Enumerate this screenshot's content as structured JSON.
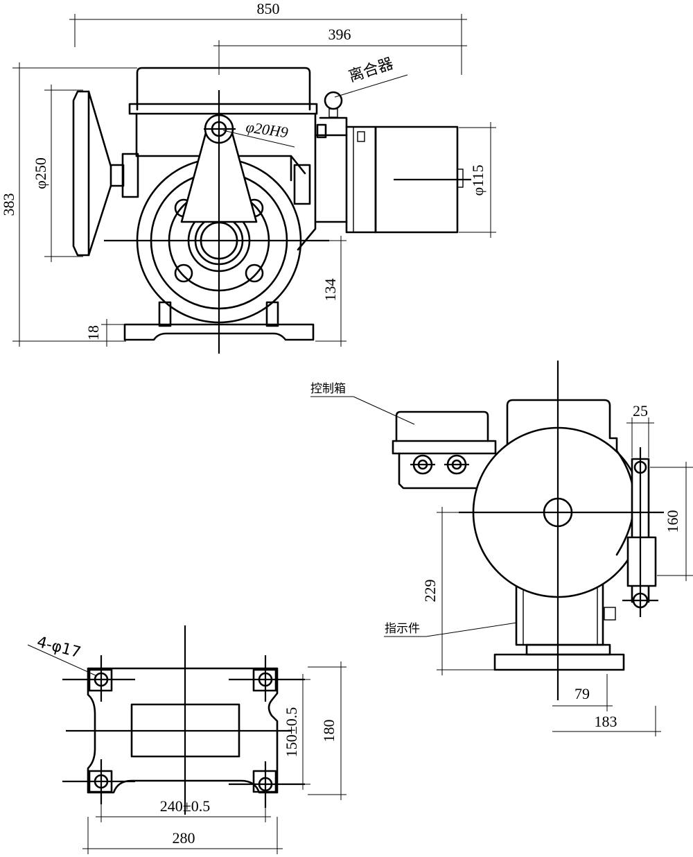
{
  "front_view": {
    "dim_overall_width": "850",
    "dim_motor_extent": "396",
    "dim_overall_height": "383",
    "dim_handwheel_dia": "φ250",
    "dim_crank_hole": "φ20H9",
    "dim_motor_dia": "φ115",
    "dim_axis_height": "134",
    "dim_base_thickness": "18",
    "label_clutch": "离合器"
  },
  "side_view": {
    "label_control_box": "控制箱",
    "label_indicator": "指示件",
    "dim_arm_width": "25",
    "dim_arm_length": "160",
    "dim_axis_height": "229",
    "dim_offset_small": "79",
    "dim_offset_large": "183"
  },
  "base_view": {
    "label_holes": "4-φ17",
    "dim_hole_spacing_y": "150±0.5",
    "dim_base_depth": "180",
    "dim_hole_spacing_x": "240±0.5",
    "dim_base_length": "280"
  }
}
